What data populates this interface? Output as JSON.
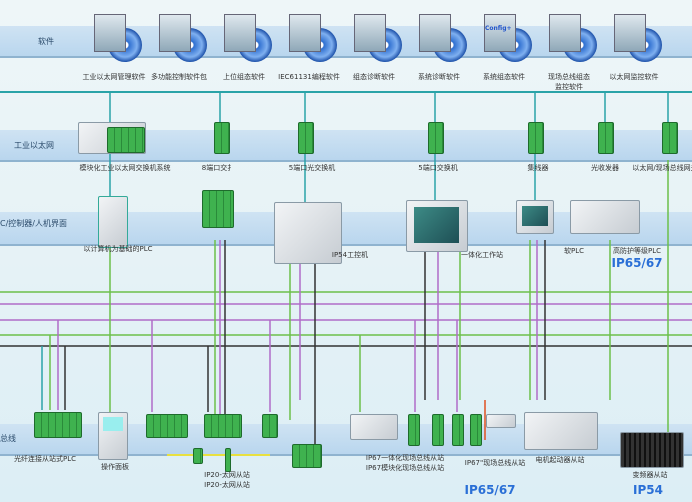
{
  "layers": {
    "software": "软件",
    "ethernet": "工业以太网",
    "controller": "C/控制器/人机界面",
    "fieldbus": "总线"
  },
  "software": [
    "工业以太网管理软件",
    "多功能控制软件包",
    "上位组态软件",
    "IEC61131编程软件",
    "组态诊断软件",
    "系统诊断软件",
    "系统组态软件",
    "现场总线组态\n监控软件",
    "以太网监控软件"
  ],
  "software_box_text": {
    "config": "Config+"
  },
  "ethernet": [
    "模块化工业以太网交换机系统",
    "8端口交扌",
    "5端口光交换机",
    "5端口交换机",
    "集线器",
    "光收发器",
    "以太网/现场总线网关"
  ],
  "controller": [
    "以计算机为基础的PLC",
    "IP54工控机",
    "一体化工作站",
    "软PLC",
    "高防护等级PLC"
  ],
  "field": [
    "光纤连接从站式PLC",
    "操作面板",
    "IP20-太网从站\nIP20-太网从站",
    "IP67一体化现场总线从站\nIP67模块化现场总线从站",
    "IP67\"现场总线从站",
    "电机起动器从站",
    "变频器从站"
  ],
  "ratings": {
    "controller": "IP65/67",
    "field_ip67": "IP65/67",
    "field_ip54": "IP54"
  },
  "colors": {
    "band": "#c4dcf0",
    "ethernet_line": "#2aa3a8",
    "green_bus": "#6cc04a",
    "purple_bus": "#b06cc8",
    "black_bus": "#333333",
    "rating": "#2a6fd6"
  }
}
